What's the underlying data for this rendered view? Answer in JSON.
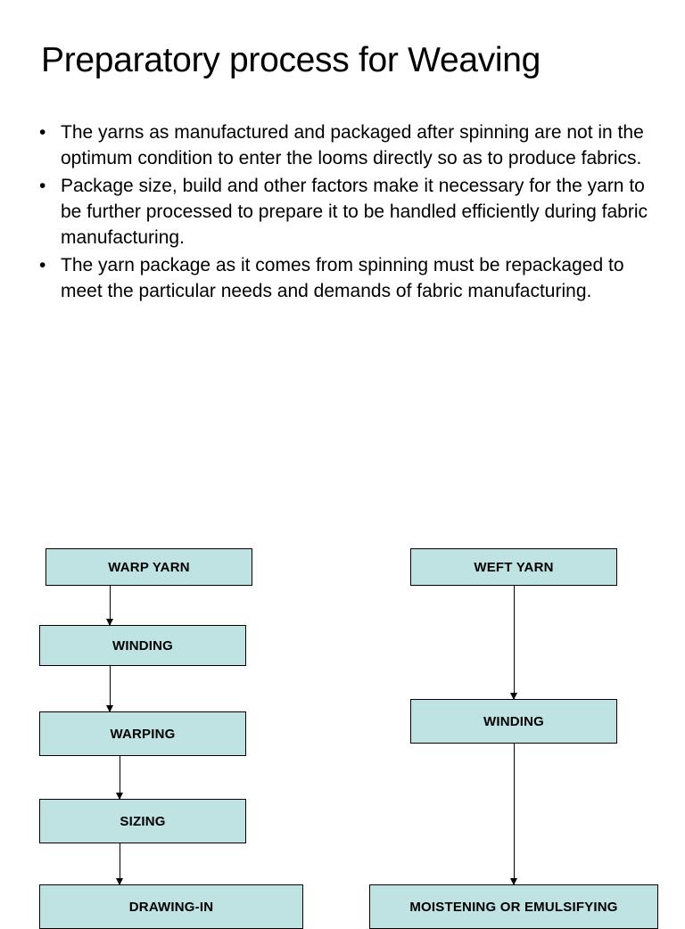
{
  "slide": {
    "title": "Preparatory process for Weaving",
    "bullet_marker": "•",
    "bullets": [
      "The yarns as manufactured and packaged after spinning are not in the optimum condition to enter the looms directly so as to produce fabrics.",
      "Package size, build and other factors make it necessary for the yarn to be further processed to prepare it to be handled efficiently during fabric manufacturing.",
      "The yarn package as it comes from spinning must be repackaged to meet the particular needs and demands of fabric manufacturing."
    ]
  },
  "flowchart": {
    "node_fill": "#bfe2e3",
    "node_border": "#000000",
    "warp_column": [
      "WARP YARN",
      "WINDING",
      "WARPING",
      "SIZING",
      "DRAWING-IN"
    ],
    "weft_column": [
      "WEFT YARN",
      "WINDING",
      "MOISTENING OR EMULSIFYING"
    ]
  }
}
